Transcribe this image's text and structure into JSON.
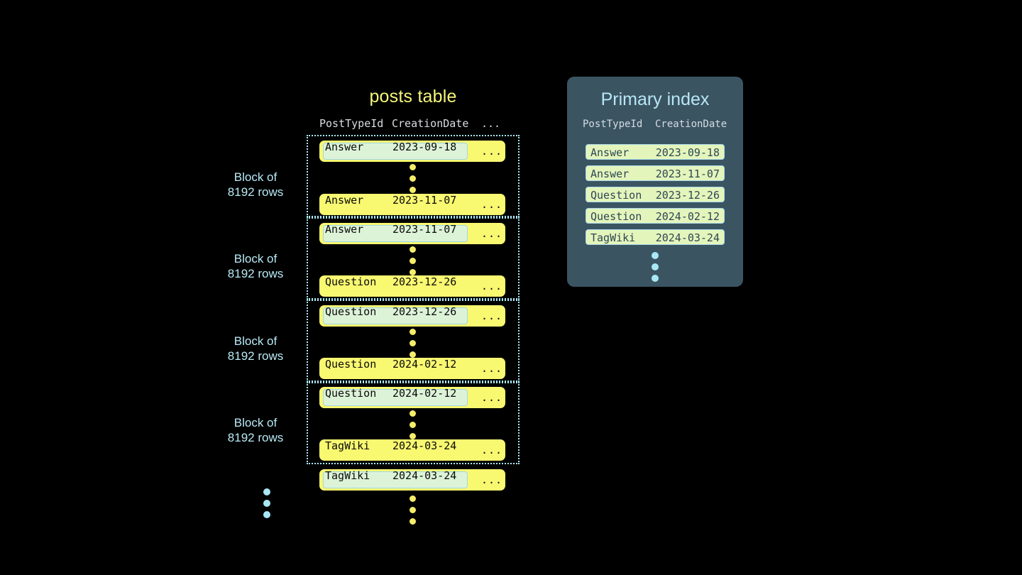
{
  "posts_table": {
    "title": "posts table",
    "columns": [
      "PostTypeId",
      "CreationDate",
      "..."
    ],
    "row_more": "...",
    "block_label": "Block of\n8192 rows",
    "block_label_line1": "Block of",
    "block_label_line2": "8192 rows",
    "blocks": [
      {
        "label_line1": "Block of",
        "label_line2": "8192 rows",
        "first_row": {
          "post_type": "Answer",
          "creation_date": "2023-09-18",
          "more": "...",
          "highlighted": true
        },
        "last_row": {
          "post_type": "Answer",
          "creation_date": "2023-11-07",
          "more": "...",
          "highlighted": false
        }
      },
      {
        "label_line1": "Block of",
        "label_line2": "8192 rows",
        "first_row": {
          "post_type": "Answer",
          "creation_date": "2023-11-07",
          "more": "...",
          "highlighted": true
        },
        "last_row": {
          "post_type": "Question",
          "creation_date": "2023-12-26",
          "more": "...",
          "highlighted": false
        }
      },
      {
        "label_line1": "Block of",
        "label_line2": "8192 rows",
        "first_row": {
          "post_type": "Question",
          "creation_date": "2023-12-26",
          "more": "...",
          "highlighted": true
        },
        "last_row": {
          "post_type": "Question",
          "creation_date": "2024-02-12",
          "more": "...",
          "highlighted": false
        }
      },
      {
        "label_line1": "Block of",
        "label_line2": "8192 rows",
        "first_row": {
          "post_type": "Question",
          "creation_date": "2024-02-12",
          "more": "...",
          "highlighted": true
        },
        "last_row": {
          "post_type": "TagWiki",
          "creation_date": "2024-03-24",
          "more": "...",
          "highlighted": false
        }
      }
    ],
    "trailing_row": {
      "post_type": "TagWiki",
      "creation_date": "2024-03-24",
      "more": "...",
      "highlighted": true
    }
  },
  "primary_index": {
    "title": "Primary index",
    "columns": [
      "PostTypeId",
      "CreationDate"
    ],
    "entries": [
      {
        "post_type": "Answer",
        "creation_date": "2023-09-18"
      },
      {
        "post_type": "Answer",
        "creation_date": "2023-11-07"
      },
      {
        "post_type": "Question",
        "creation_date": "2023-12-26"
      },
      {
        "post_type": "Question",
        "creation_date": "2024-02-12"
      },
      {
        "post_type": "TagWiki",
        "creation_date": "2024-03-24"
      }
    ]
  },
  "colors": {
    "background": "#000000",
    "row_yellow": "#f9f871",
    "highlight_green": "#ddf3d8",
    "highlight_border": "#9fd7e8",
    "accent_blue": "#a9e7f5",
    "index_panel": "#3b5462",
    "index_row": "#e4f5bc",
    "dark_text": "#2d4654",
    "title_yellow": "#f5f57a"
  }
}
